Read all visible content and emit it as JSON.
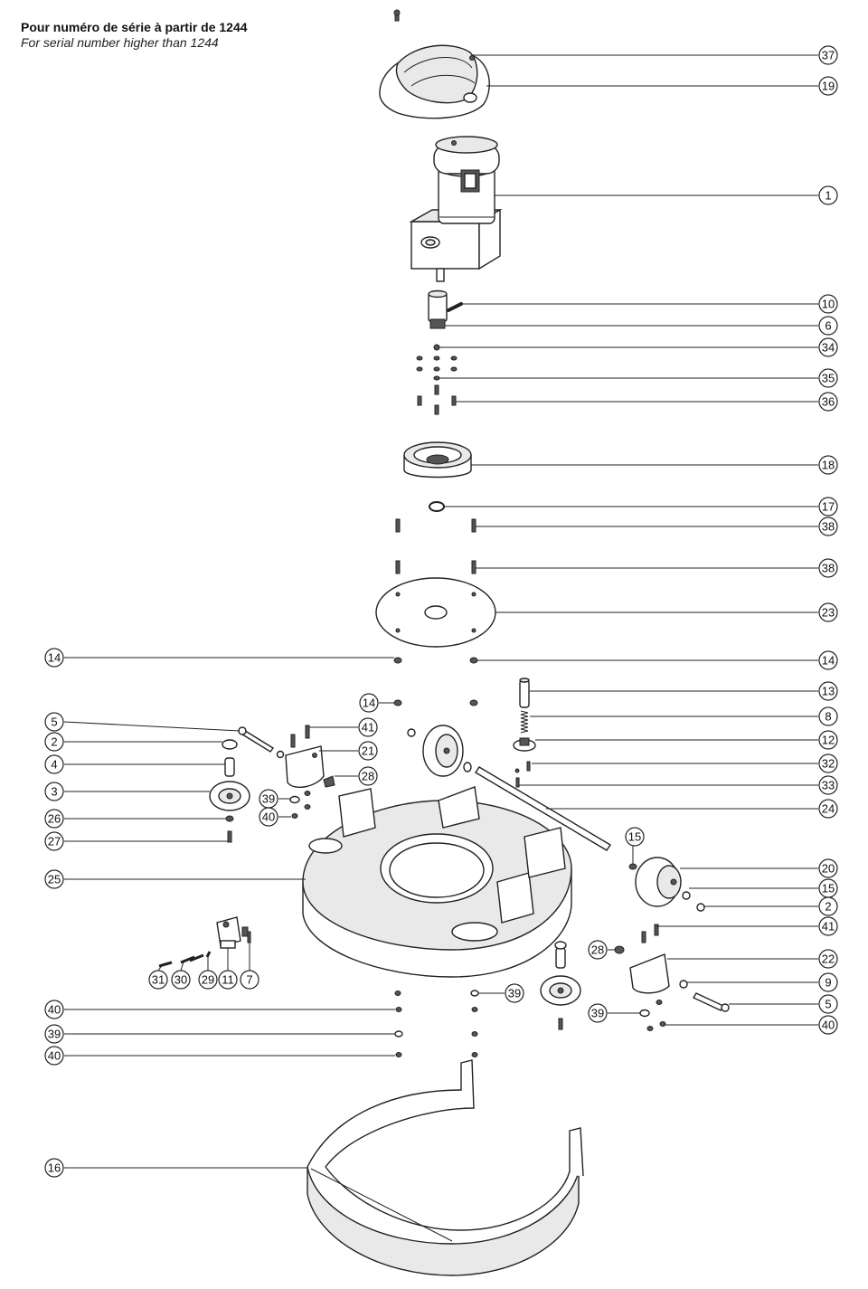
{
  "header": {
    "title_fr": "Pour numéro de série à partir de 1244",
    "title_en": "For serial number higher than 1244"
  },
  "parts": {
    "cover": "19",
    "cover_screw": "37",
    "motor": "1",
    "pin": "10",
    "coupling": "6",
    "nut_34": "34",
    "washer_35": "35",
    "screw_36": "36",
    "drive_hub": "18",
    "circlip": "17",
    "screw_38a": "38",
    "screw_38b": "38",
    "plate": "23",
    "nut_14_left": "14",
    "nut_14_right": "14",
    "nut_14_mid": "14",
    "handle_pin": "13",
    "spring": "8",
    "clamp": "12",
    "screw_32": "32",
    "screw_33": "33",
    "axle_rod": "24",
    "washer_15a": "15",
    "wheel_right": "20",
    "washer_15b": "15",
    "washer_2_right": "2",
    "screw_41_right": "41",
    "bracket_22": "22",
    "nut_9": "9",
    "axle_5_right": "5",
    "nut_40_right": "40",
    "washer_39_right": "39",
    "nut_28_right": "28",
    "axle_5_left": "5",
    "washer_2_left": "2",
    "spacer_4": "4",
    "wheel_3": "3",
    "nut_26": "26",
    "screw_27": "27",
    "base_25": "25",
    "bracket_21": "21",
    "screw_41_left": "41",
    "nut_28_left": "28",
    "washer_39_left": "39",
    "nut_40_left": "40",
    "nut_40_b1": "40",
    "washer_39_b": "39",
    "nut_40_b2": "40",
    "washer_39_mid": "39",
    "valve_11": "11",
    "fitting_7": "7",
    "screw_29": "29",
    "screw_30": "30",
    "screw_31": "31",
    "bumper_16": "16"
  }
}
